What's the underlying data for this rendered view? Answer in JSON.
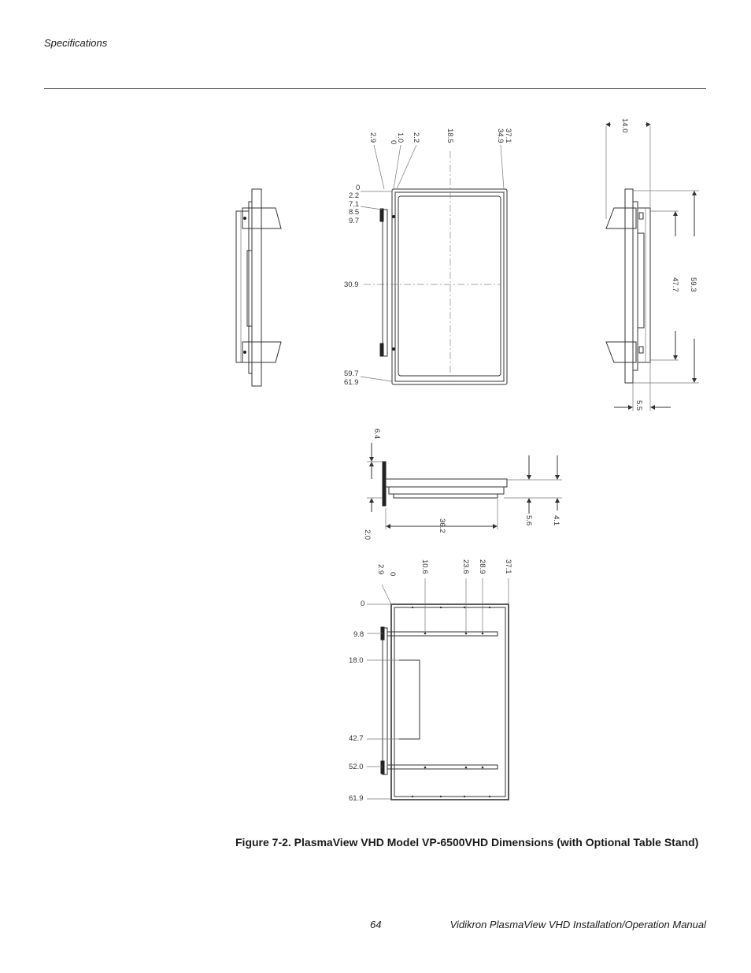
{
  "header": {
    "section": "Specifications"
  },
  "figure": {
    "caption": "Figure 7-2. PlasmaView VHD Model VP-6500VHD Dimensions (with Optional Table Stand)",
    "front_view": {
      "top_labels": [
        "2.9",
        "1.0",
        "0",
        "2.2",
        "18.5",
        "37.1",
        "34.9"
      ],
      "left_labels": [
        "0",
        "2.2",
        "7.1",
        "8.5",
        "9.7",
        "30.9",
        "59.7",
        "61.9"
      ]
    },
    "side_view": {
      "labels": [
        "14.0",
        "47.7",
        "59.3",
        "5.5"
      ]
    },
    "top_view": {
      "labels": [
        "6.4",
        "36.2",
        "2.0",
        "5.6",
        "4.1"
      ]
    },
    "rear_view": {
      "top_labels": [
        "2.9",
        "0",
        "10.6",
        "23.6",
        "28.9",
        "37.1"
      ],
      "left_labels": [
        "0",
        "9.8",
        "18.0",
        "42.7",
        "52.0",
        "61.9"
      ]
    }
  },
  "footer": {
    "page_number": "64",
    "manual_title": "Vidikron PlasmaView VHD Installation/Operation Manual"
  }
}
